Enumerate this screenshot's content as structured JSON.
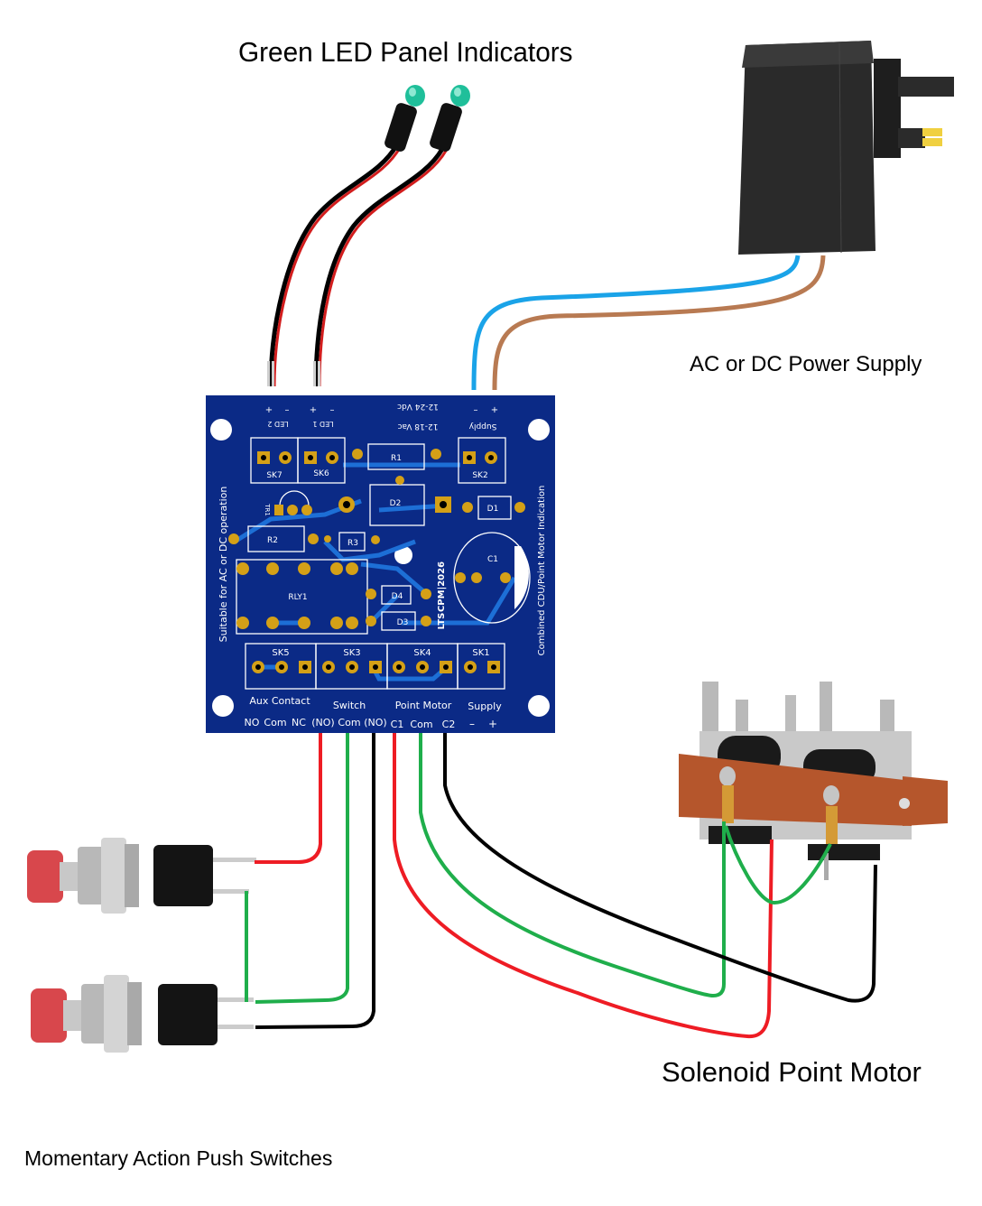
{
  "labels": {
    "leds": "Green LED Panel Indicators",
    "psu": "AC or DC Power Supply",
    "motor": "Solenoid Point Motor",
    "switches": "Momentary Action Push Switches"
  },
  "pcb": {
    "top_labels": {
      "led2": "LED 2",
      "led1": "LED 1",
      "vdc": "12-24 Vdc",
      "vac": "12-18 Vac",
      "supply": "Supply",
      "plus": "+",
      "minus": "–"
    },
    "side_left": "Suitable for AC or DC operation",
    "side_right": "Combined CDU/Point Motor Indication",
    "part_number": "CPM|2026",
    "maker": "LTS",
    "components": [
      "SK7",
      "SK6",
      "R1",
      "SK2",
      "TR1",
      "D2",
      "D1",
      "R2",
      "R3",
      "C1",
      "RLY1",
      "D4",
      "D3"
    ],
    "connectors": [
      {
        "ref": "SK5",
        "group": "Aux Contact",
        "pins": [
          "NO",
          "Com",
          "NC"
        ]
      },
      {
        "ref": "SK3",
        "group": "Switch",
        "pins": [
          "(NO)",
          "Com",
          "(NO)"
        ]
      },
      {
        "ref": "SK4",
        "group": "Point Motor",
        "pins": [
          "C1",
          "Com",
          "C2"
        ]
      },
      {
        "ref": "SK1",
        "group": "Supply",
        "pins": [
          "–",
          "+"
        ]
      }
    ],
    "bottom_pin_line": "NO Com NC (NO)Com(NO) C1  Com  C2   –  +"
  },
  "colors": {
    "pcb_blue": "#0b2a86",
    "trace_blue": "#1d6fd6",
    "pad_gold": "#d4a017",
    "wire_red": "#ee1c24",
    "wire_green": "#1fae4b",
    "wire_black": "#000000",
    "wire_blue": "#1aa3e8",
    "wire_brown": "#b87a52",
    "led_green": "#1fbf9a"
  },
  "icons": {
    "led": "led-indicator-icon",
    "psu": "plug-adapter-icon",
    "switch": "push-button-icon",
    "motor": "solenoid-motor-icon"
  }
}
